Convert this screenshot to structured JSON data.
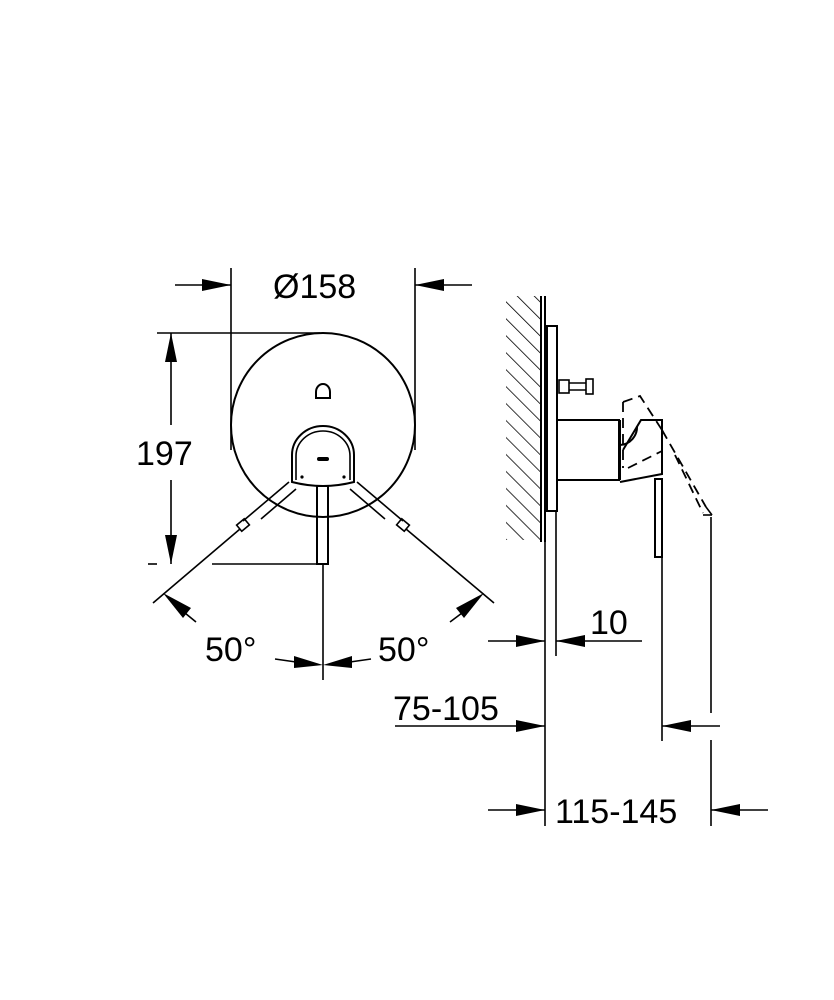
{
  "drawing": {
    "front_view": {
      "diameter_label": "Ø158",
      "height_label": "197",
      "left_angle_label": "50°",
      "right_angle_label": "50°"
    },
    "side_view": {
      "depth_offset_label": "10",
      "wall_depth_label": "75-105",
      "total_depth_label": "115-145"
    },
    "colors": {
      "line": "#000000",
      "background": "#ffffff"
    }
  }
}
